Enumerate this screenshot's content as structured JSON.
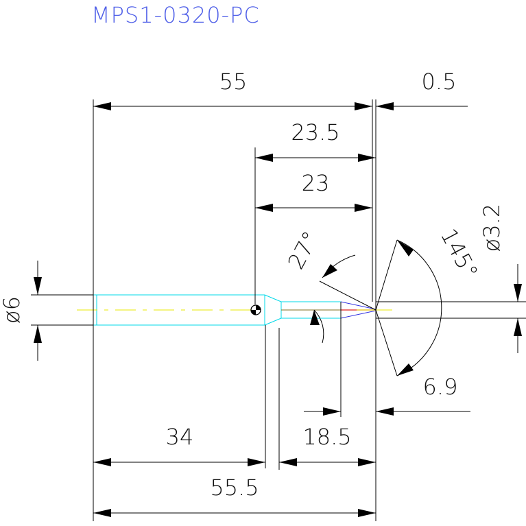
{
  "title": "MPS1-0320-PC",
  "dimensions": {
    "total_length_top": "55",
    "offset_right": "0.5",
    "length_23_5": "23.5",
    "length_23": "23",
    "angle_27": "27°",
    "angle_145": "145°",
    "diameter_right": "ø3.2",
    "diameter_left": "ø6",
    "length_6_9": "6.9",
    "length_34": "34",
    "length_18_5": "18.5",
    "total_length_bottom": "55.5"
  },
  "colors": {
    "title": "#5060e8",
    "part_outline": "#00d8e8",
    "centerline": "#e8e800",
    "tip_red": "#e02020",
    "tip_blue": "#3030e0",
    "tip_olive": "#807020"
  }
}
